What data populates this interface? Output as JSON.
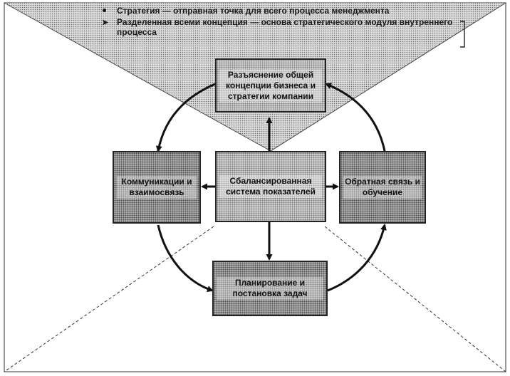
{
  "bullets": [
    "Стратегия — отправная точка для всего процесса менеджмента",
    "Разделенная всеми концепция — основа стратегического модуля внутреннего процесса"
  ],
  "boxes": {
    "top": "Разъяснение общей концепции бизнеса и стратегии компании",
    "left": "Коммуникации и взаимосвязь",
    "center": "Сбалансированная система показателей",
    "right": "Обратная связь и обучение",
    "bottom": "Планирование и постановка задач"
  },
  "colors": {
    "light_fill": "#d2d2d2",
    "dark_fill": "#b4b4b4",
    "stroke": "#222222"
  }
}
